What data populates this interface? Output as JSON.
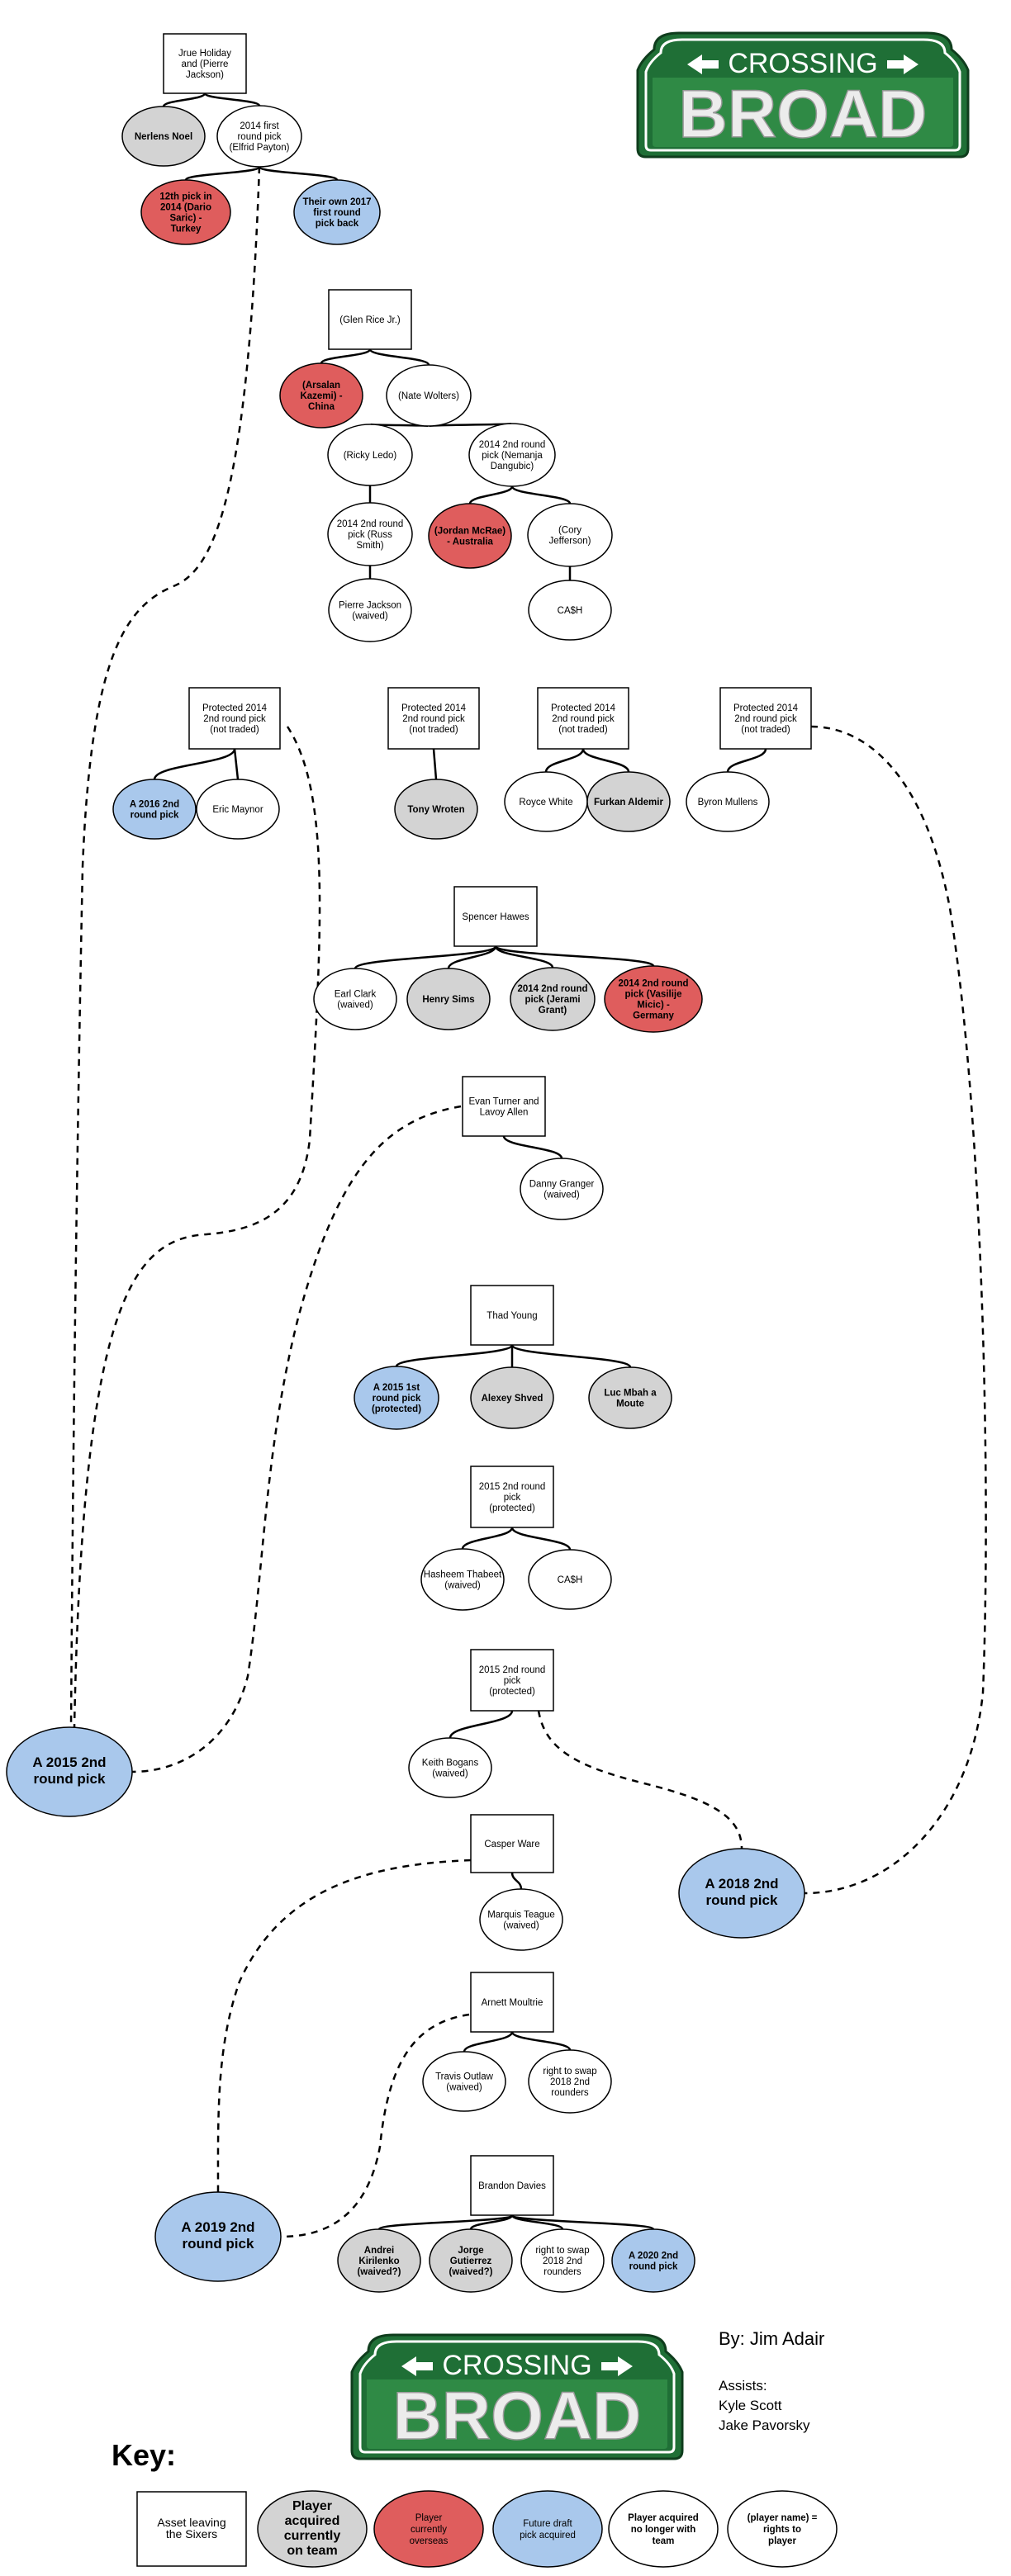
{
  "logo": {
    "top": "CROSSING",
    "bottom": "BROAD"
  },
  "credits": {
    "by": "By: Jim Adair",
    "assists_label": "Assists:",
    "assists": [
      "Kyle Scott",
      "Jake Pavorsky"
    ]
  },
  "key": {
    "title": "Key:",
    "items": [
      {
        "label": "Asset leaving the Sixers",
        "style": "box"
      },
      {
        "label": "Player acquired currently on team",
        "style": "gray"
      },
      {
        "label": "Player currently overseas",
        "style": "red"
      },
      {
        "label": "Future draft pick acquired",
        "style": "blue"
      },
      {
        "label": "Player acquired no longer with team",
        "style": "white"
      },
      {
        "label": "(player name) = rights to player",
        "style": "white"
      }
    ]
  },
  "colors": {
    "gray": "#d3d3d3",
    "red": "#df5d5d",
    "blue": "#a9c8ec",
    "logo_green": "#2f8a45"
  },
  "nodes": {
    "holiday": "Jrue Holiday and (Pierre Jackson)",
    "noel": "Nerlens Noel",
    "pick2014_first": "2014 first round pick (Elfrid Payton)",
    "saric": "12th pick in 2014 (Dario Saric) - Turkey",
    "own2017": "Their own 2017 first round pick back",
    "rice": "(Glen Rice Jr.)",
    "kazemi": "(Arsalan Kazemi) - China",
    "wolters": "(Nate Wolters)",
    "ledo": "(Ricky Ledo)",
    "dangubic": "2014 2nd round pick (Nemanja Dangubic)",
    "russ_smith": "2014 2nd round pick (Russ Smith)",
    "mcrae": "(Jordan McRae) - Australia",
    "jefferson": "(Cory Jefferson)",
    "pierre_waived": "Pierre Jackson (waived)",
    "cash1": "CA$H",
    "prot1": "Protected 2014 2nd round pick (not traded)",
    "pick2016_2nd": "A 2016 2nd round pick",
    "maynor": "Eric Maynor",
    "prot2": "Protected 2014 2nd round pick (not traded)",
    "wroten": "Tony Wroten",
    "prot3": "Protected 2014 2nd round pick (not traded)",
    "royce": "Royce White",
    "aldemir": "Furkan Aldemir",
    "prot4": "Protected 2014 2nd round pick (not traded)",
    "mullens": "Byron Mullens",
    "hawes": "Spencer Hawes",
    "clark": "Earl Clark (waived)",
    "sims": "Henry Sims",
    "grant": "2014 2nd round pick (Jerami Grant)",
    "micic": "2014 2nd round pick (Vasilije Micic) - Germany",
    "turner": "Evan Turner and Lavoy Allen",
    "granger": "Danny Granger (waived)",
    "young": "Thad Young",
    "pick2015_first": "A 2015 1st round pick (protected)",
    "shved": "Alexey Shved",
    "moute": "Luc Mbah a Moute",
    "p2015a": "2015 2nd round pick (protected)",
    "thabeet": "Hasheem Thabeet (waived)",
    "cash2": "CA$H",
    "p2015b": "2015 2nd round pick (protected)",
    "bogans": "Keith Bogans (waived)",
    "pick2015_2nd": "A 2015 2nd round pick",
    "pick2018_2nd": "A 2018 2nd round pick",
    "ware": "Casper Ware",
    "teague": "Marquis Teague (waived)",
    "moultrie": "Arnett Moultrie",
    "outlaw": "Travis Outlaw (waived)",
    "swap1": "right to swap 2018 2nd rounders",
    "davies": "Brandon Davies",
    "pick2019_2nd": "A 2019 2nd round pick",
    "kirilenko": "Andrei Kirilenko (waived?)",
    "gutierrez": "Jorge Gutierrez (waived?)",
    "swap2": "right to swap 2018 2nd rounders",
    "pick2020_2nd": "A 2020 2nd round pick"
  }
}
